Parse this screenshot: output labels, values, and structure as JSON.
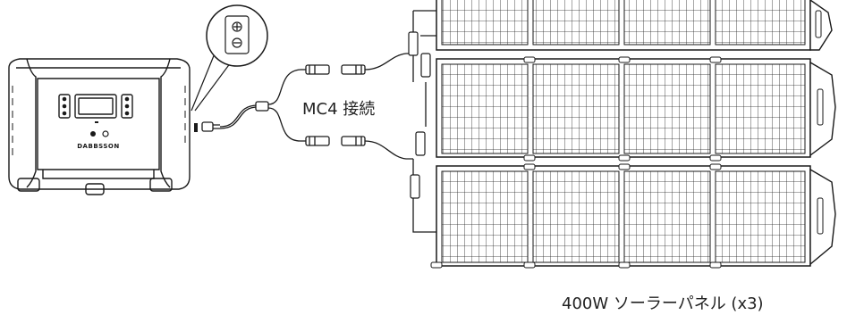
{
  "station": {
    "brand": "DABBSSON"
  },
  "labels": {
    "connection": "MC4 接続",
    "panels": "400W ソーラーパネル (x3)"
  }
}
